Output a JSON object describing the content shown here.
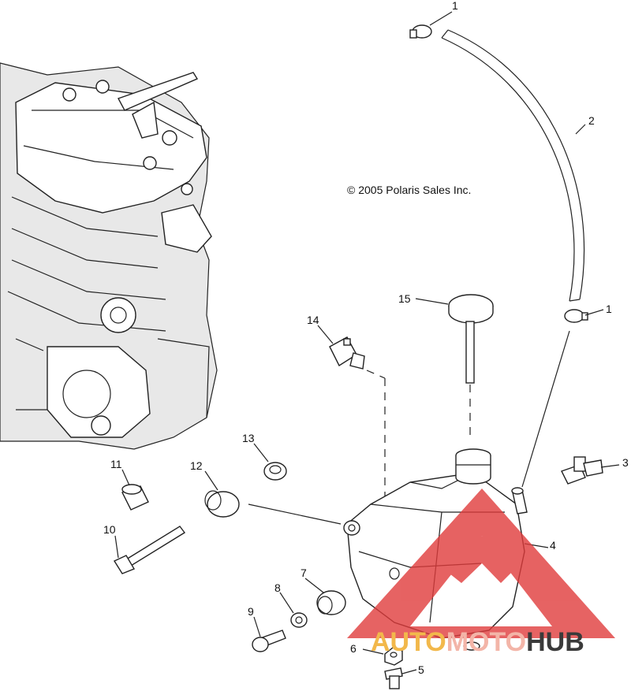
{
  "copyright": "© 2005 Polaris Sales Inc.",
  "callouts": [
    {
      "id": "1a",
      "label": "1"
    },
    {
      "id": "2",
      "label": "2"
    },
    {
      "id": "1b",
      "label": "1"
    },
    {
      "id": "3",
      "label": "3"
    },
    {
      "id": "4",
      "label": "4"
    },
    {
      "id": "5",
      "label": "5"
    },
    {
      "id": "6",
      "label": "6"
    },
    {
      "id": "7",
      "label": "7"
    },
    {
      "id": "8",
      "label": "8"
    },
    {
      "id": "9",
      "label": "9"
    },
    {
      "id": "10",
      "label": "10"
    },
    {
      "id": "11",
      "label": "11"
    },
    {
      "id": "12",
      "label": "12"
    },
    {
      "id": "13",
      "label": "13"
    },
    {
      "id": "14",
      "label": "14"
    },
    {
      "id": "15",
      "label": "15"
    }
  ],
  "watermark": {
    "word_part1": "AUTO",
    "word_part2": "MOTO",
    "word_part3": "HUB",
    "colors": {
      "triangle": "#e03c3c",
      "auto": "#f2b84b",
      "moto": "#f3b5a8",
      "hub": "#3a3a3a"
    }
  }
}
